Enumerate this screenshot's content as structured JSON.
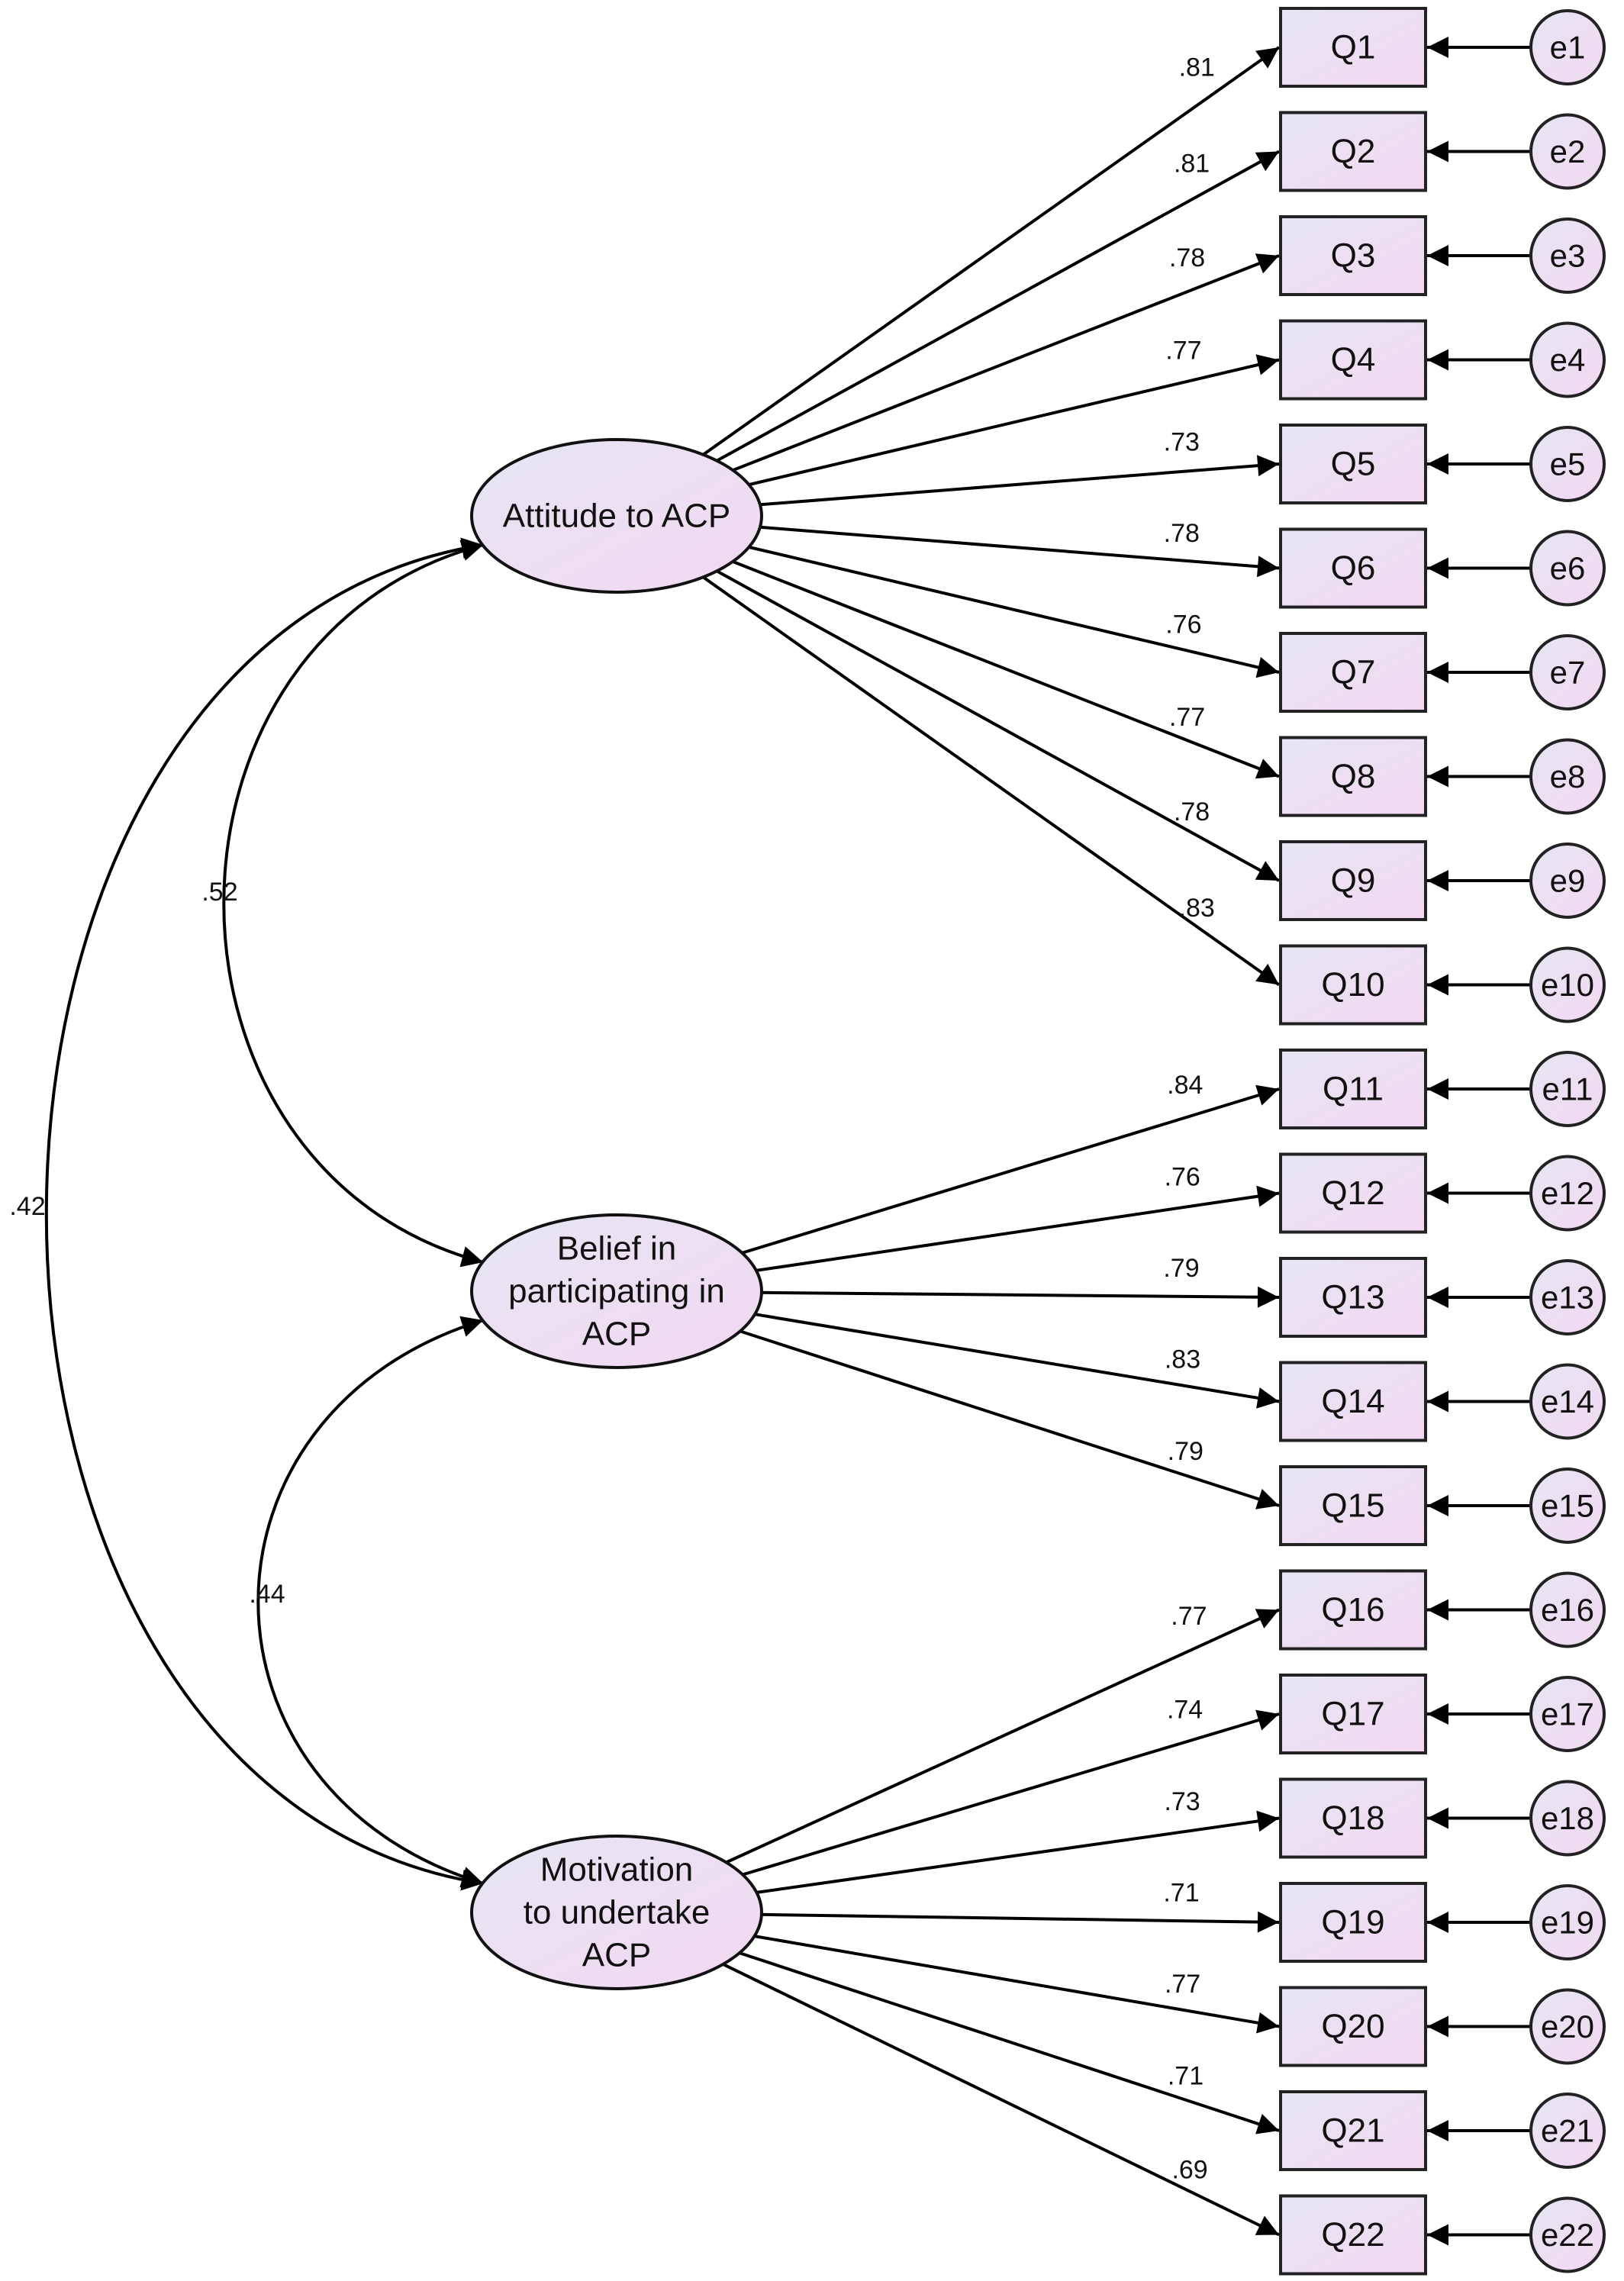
{
  "colors": {
    "fill_start": "#e6e6f2",
    "fill_end": "#f2d8f2",
    "line": "#000000"
  },
  "factors": [
    {
      "id": "attitude",
      "lines": [
        "Attitude to ACP"
      ]
    },
    {
      "id": "belief",
      "lines": [
        "Belief in",
        "participating in",
        "ACP"
      ]
    },
    {
      "id": "motivation",
      "lines": [
        "Motivation",
        "to undertake",
        "ACP"
      ]
    }
  ],
  "indicators": [
    {
      "label": "Q1",
      "error": "e1",
      "factor": "attitude",
      "loading": ".81"
    },
    {
      "label": "Q2",
      "error": "e2",
      "factor": "attitude",
      "loading": ".81"
    },
    {
      "label": "Q3",
      "error": "e3",
      "factor": "attitude",
      "loading": ".78"
    },
    {
      "label": "Q4",
      "error": "e4",
      "factor": "attitude",
      "loading": ".77"
    },
    {
      "label": "Q5",
      "error": "e5",
      "factor": "attitude",
      "loading": ".73"
    },
    {
      "label": "Q6",
      "error": "e6",
      "factor": "attitude",
      "loading": ".78"
    },
    {
      "label": "Q7",
      "error": "e7",
      "factor": "attitude",
      "loading": ".76"
    },
    {
      "label": "Q8",
      "error": "e8",
      "factor": "attitude",
      "loading": ".77"
    },
    {
      "label": "Q9",
      "error": "e9",
      "factor": "attitude",
      "loading": ".78"
    },
    {
      "label": "Q10",
      "error": "e10",
      "factor": "attitude",
      "loading": ".83"
    },
    {
      "label": "Q11",
      "error": "e11",
      "factor": "belief",
      "loading": ".84"
    },
    {
      "label": "Q12",
      "error": "e12",
      "factor": "belief",
      "loading": ".76"
    },
    {
      "label": "Q13",
      "error": "e13",
      "factor": "belief",
      "loading": ".79"
    },
    {
      "label": "Q14",
      "error": "e14",
      "factor": "belief",
      "loading": ".83"
    },
    {
      "label": "Q15",
      "error": "e15",
      "factor": "belief",
      "loading": ".79"
    },
    {
      "label": "Q16",
      "error": "e16",
      "factor": "motivation",
      "loading": ".77"
    },
    {
      "label": "Q17",
      "error": "e17",
      "factor": "motivation",
      "loading": ".74"
    },
    {
      "label": "Q18",
      "error": "e18",
      "factor": "motivation",
      "loading": ".73"
    },
    {
      "label": "Q19",
      "error": "e19",
      "factor": "motivation",
      "loading": ".71"
    },
    {
      "label": "Q20",
      "error": "e20",
      "factor": "motivation",
      "loading": ".77"
    },
    {
      "label": "Q21",
      "error": "e21",
      "factor": "motivation",
      "loading": ".71"
    },
    {
      "label": "Q22",
      "error": "e22",
      "factor": "motivation",
      "loading": ".69"
    }
  ],
  "correlations": [
    {
      "from": "attitude",
      "to": "belief",
      "value": ".52"
    },
    {
      "from": "belief",
      "to": "motivation",
      "value": ".44"
    },
    {
      "from": "attitude",
      "to": "motivation",
      "value": ".42"
    }
  ]
}
